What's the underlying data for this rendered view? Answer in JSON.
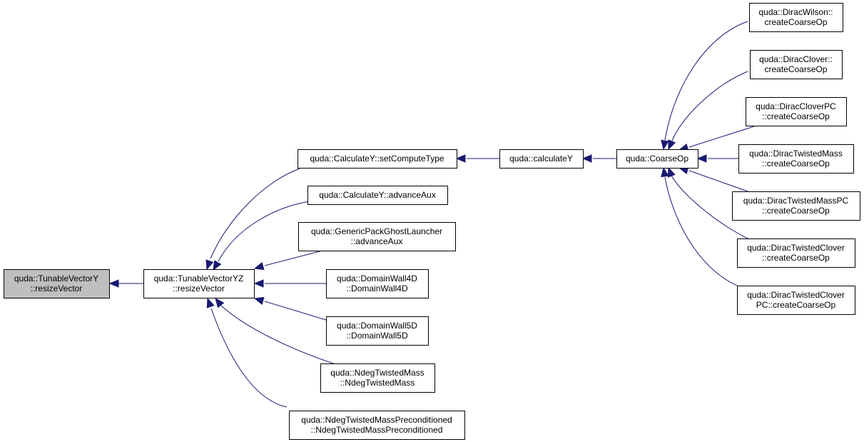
{
  "colors": {
    "edge": "#191970",
    "root_fill": "#bfbfbf",
    "node_fill": "#ffffff",
    "node_border": "#000000"
  },
  "nodes": {
    "tunablevectory_resizevector": [
      "quda::TunableVectorY",
      "::resizeVector"
    ],
    "tunablevectoryz_resizevector": [
      "quda::TunableVectorYZ",
      "::resizeVector"
    ],
    "calculatey_setcomputetype": [
      "quda::CalculateY::setComputeType"
    ],
    "calculatey_advanceaux": [
      "quda::CalculateY::advanceAux"
    ],
    "genericpackghostlauncher_advanceaux": [
      "quda::GenericPackGhostLauncher",
      "::advanceAux"
    ],
    "domainwall4d": [
      "quda::DomainWall4D",
      "::DomainWall4D"
    ],
    "domainwall5d": [
      "quda::DomainWall5D",
      "::DomainWall5D"
    ],
    "ndegtwistedmass": [
      "quda::NdegTwistedMass",
      "::NdegTwistedMass"
    ],
    "ndegtwistedmasspreconditioned": [
      "quda::NdegTwistedMassPreconditioned",
      "::NdegTwistedMassPreconditioned"
    ],
    "calculatey": [
      "quda::calculateY"
    ],
    "coarseop": [
      "quda::CoarseOp"
    ],
    "diracwilson_createcoarseop": [
      "quda::DiracWilson::",
      "createCoarseOp"
    ],
    "diracclover_createcoarseop": [
      "quda::DiracClover::",
      "createCoarseOp"
    ],
    "diraccloverpc_createcoarseop": [
      "quda::DiracCloverPC",
      "::createCoarseOp"
    ],
    "diractwistedmass_createcoarseop": [
      "quda::DiracTwistedMass",
      "::createCoarseOp"
    ],
    "diractwistedmasspc_createcoarseop": [
      "quda::DiracTwistedMassPC",
      "::createCoarseOp"
    ],
    "diractwistedclover_createcoarseop": [
      "quda::DiracTwistedClover",
      "::createCoarseOp"
    ],
    "diractwistedcloverpc_createcoarseop": [
      "quda::DiracTwistedClover",
      "PC::createCoarseOp"
    ]
  }
}
